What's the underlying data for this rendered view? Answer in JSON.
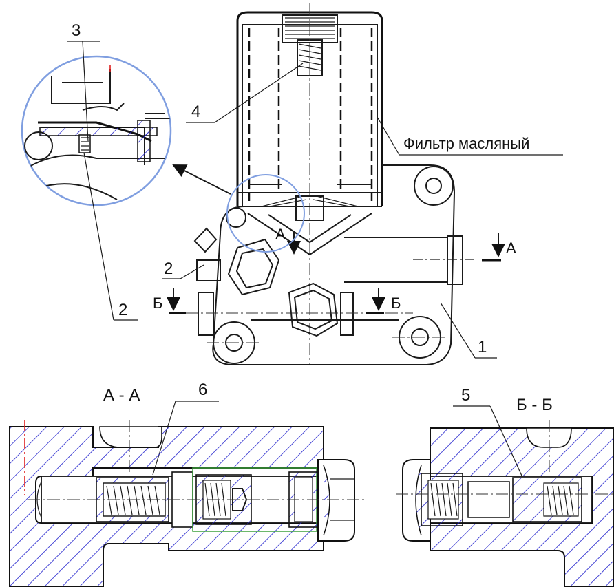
{
  "labels": {
    "callout_3": "3",
    "callout_4": "4",
    "callout_2_upper": "2",
    "callout_2_lower": "2",
    "callout_1": "1",
    "callout_6": "6",
    "callout_5": "5",
    "filter_label": "Фильтр масляный",
    "section_a_marker": "А",
    "section_a_marker_right": "А",
    "section_b_marker_left": "Б",
    "section_b_marker_right": "Б",
    "section_aa_title": "А - А",
    "section_bb_title": "Б - Б"
  },
  "colors": {
    "line": "#1a1a1a",
    "hatch": "#2a2acf",
    "detail_circle": "#7f9ee0",
    "centerline_red": "#e02020",
    "accent_green": "#3ca03c"
  }
}
